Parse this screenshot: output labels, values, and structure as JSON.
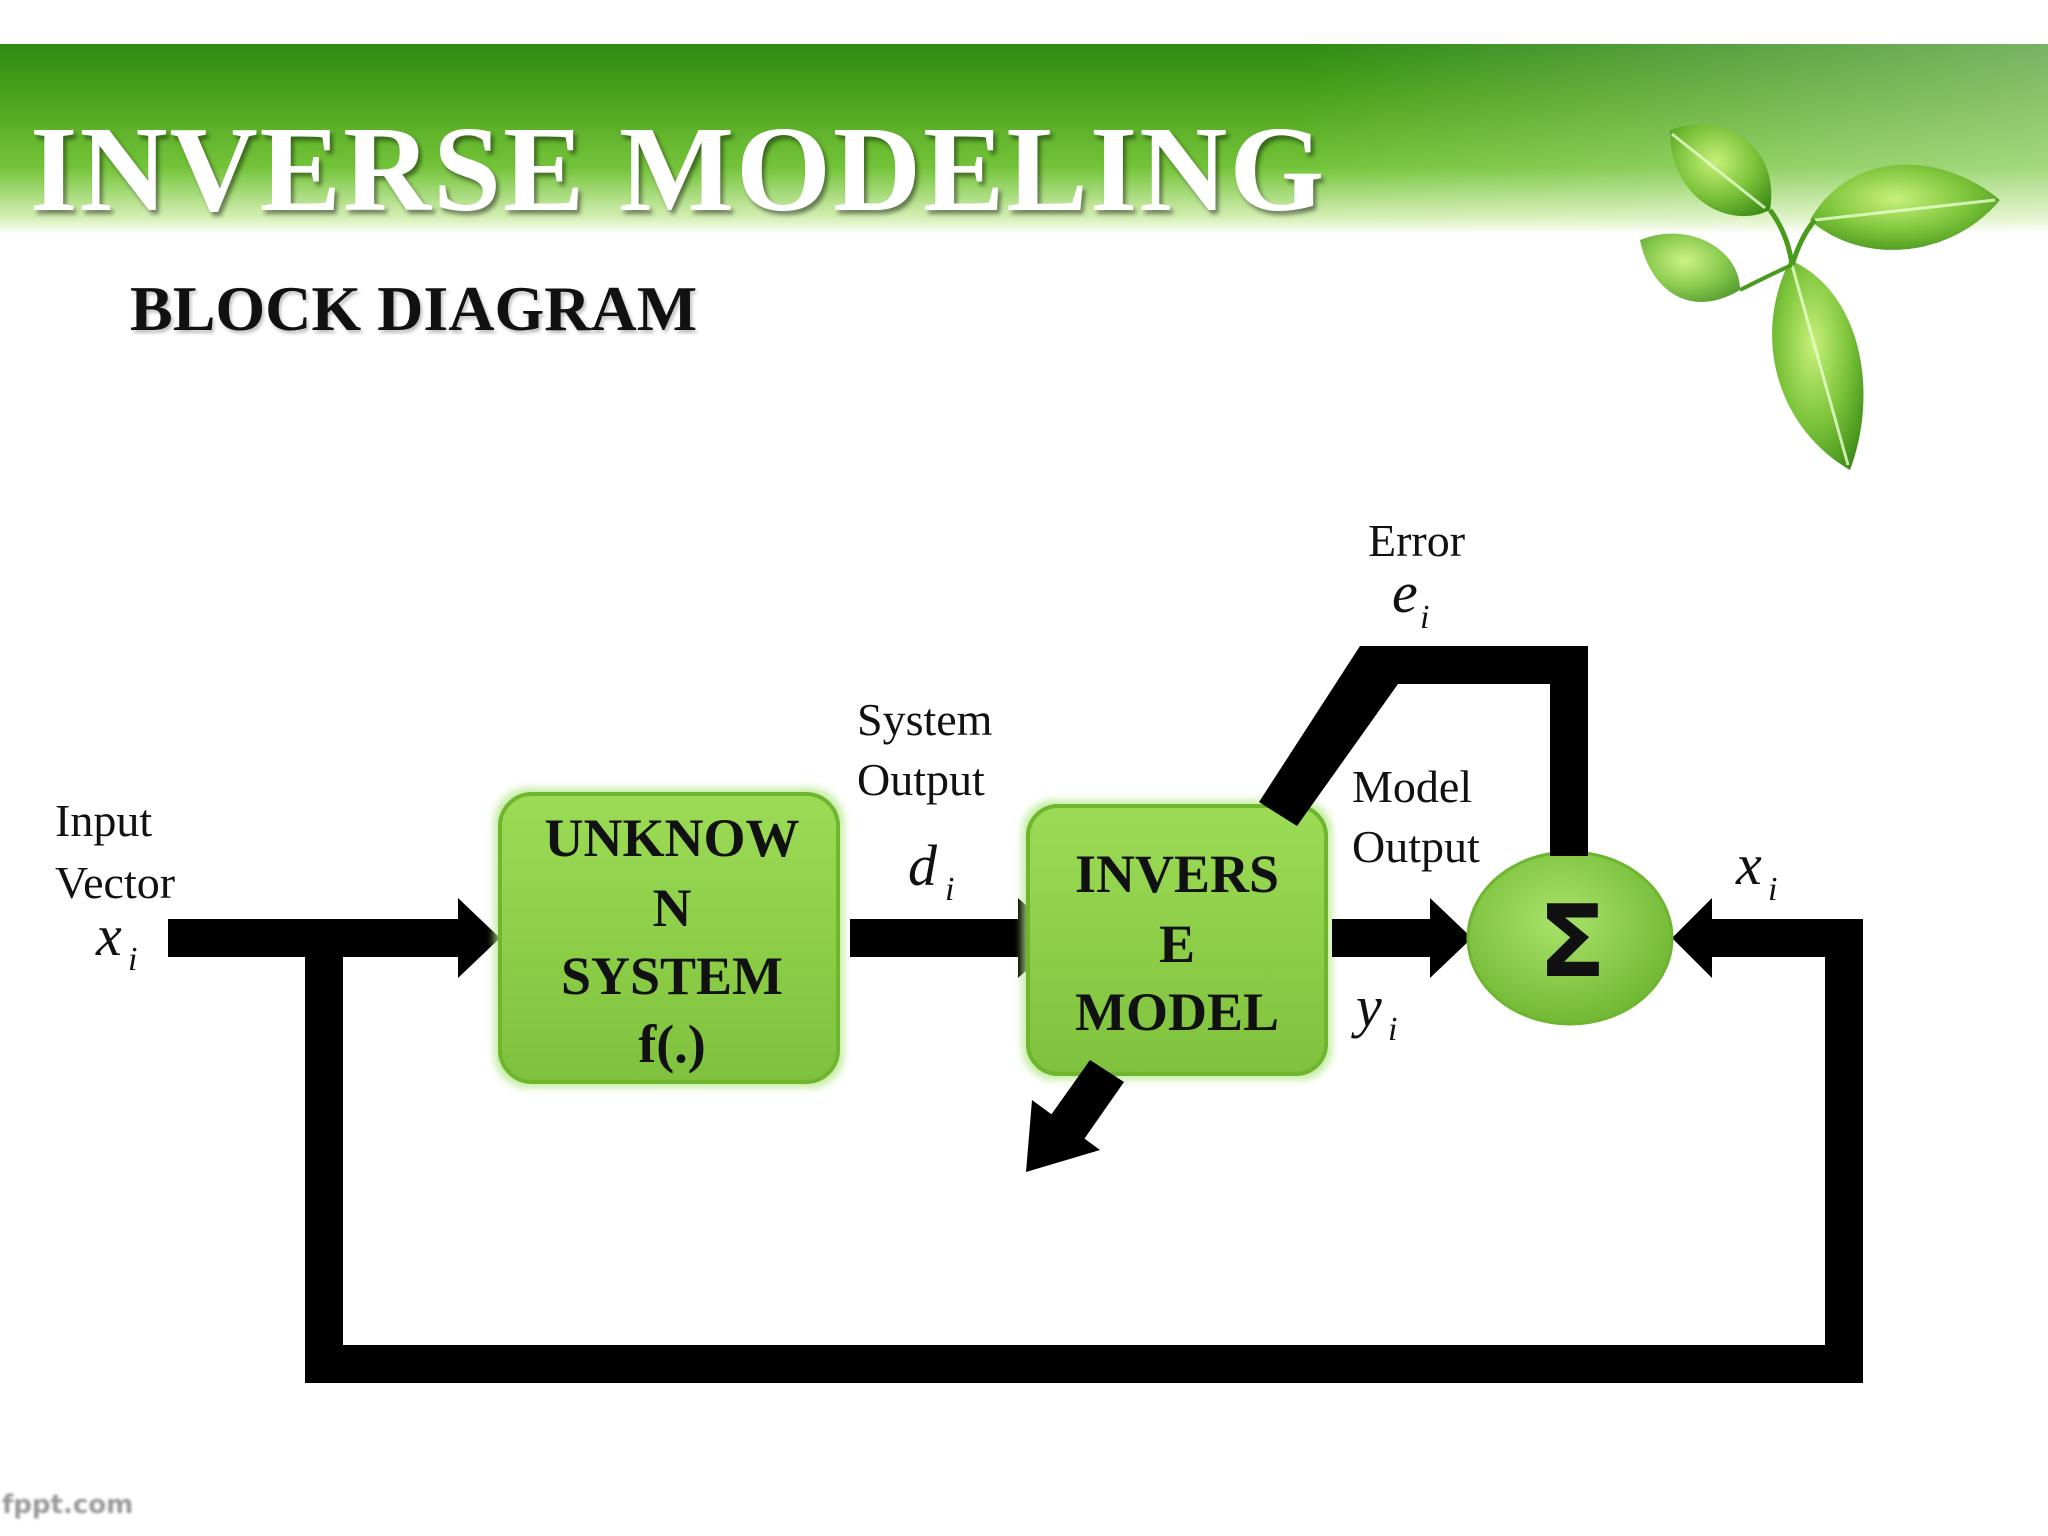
{
  "slide": {
    "title": "INVERSE  MODELING",
    "subtitle": "BLOCK DIAGRAM",
    "watermark": "fppt.com"
  },
  "colors": {
    "banner": "#4ea41d",
    "block_fill": "#8fd04a",
    "block_border": "#6fb52e",
    "arrow": "#000000",
    "title_text": "#ffffff"
  },
  "diagram": {
    "input_label_line1": "Input",
    "input_label_line2": "Vector",
    "input_var": "x",
    "input_sub": "i",
    "unknown_system": {
      "line1": "UNKNOW",
      "line2": "N",
      "line3": "SYSTEM",
      "line4": "f(.)"
    },
    "system_output_line1": "System",
    "system_output_line2": "Output",
    "system_output_var": "d",
    "system_output_sub": "i",
    "inverse_model": {
      "line1": "INVERS",
      "line2": "E",
      "line3": "MODEL"
    },
    "model_output_line1": "Model",
    "model_output_line2": "Output",
    "model_output_var": "y",
    "model_output_sub": "i",
    "summer_symbol": "Σ",
    "error_label": "Error",
    "error_var": "e",
    "error_sub": "i",
    "feedback_var": "x",
    "feedback_sub": "i"
  },
  "icons": {
    "leaves": "leaf-cluster-icon",
    "summer": "summing-junction-icon",
    "adaptation": "adaptation-arrow-icon"
  }
}
